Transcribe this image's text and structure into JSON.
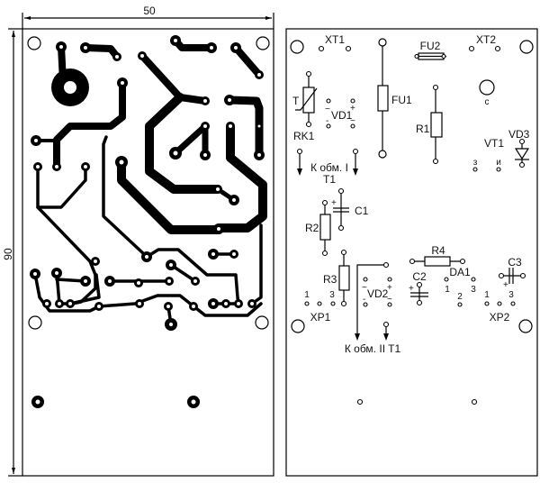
{
  "dimensions": {
    "width_label": "50",
    "height_label": "90"
  },
  "component_side": {
    "labels": {
      "xt1": "XT1",
      "xt2": "XT2",
      "fu1": "FU1",
      "fu2": "FU2",
      "t": "T",
      "rk1": "RK1",
      "vd1": "VD1",
      "r1": "R1",
      "c": "c",
      "vt1": "VT1",
      "vd3": "VD3",
      "gate": "з",
      "source": "и",
      "winding1": "К обм. I",
      "winding1_t1": "T1",
      "c1": "C1",
      "r2": "R2",
      "r3": "R3",
      "r4": "R4",
      "c2": "C2",
      "c3": "C3",
      "da1": "DA1",
      "vd2": "VD2",
      "xp1": "XP1",
      "xp2": "XP2",
      "winding2": "К обм. II T1",
      "pin1": "1",
      "pin2": "2",
      "pin3": "3",
      "plus": "+",
      "minus": "-",
      "tilde": "~"
    }
  }
}
